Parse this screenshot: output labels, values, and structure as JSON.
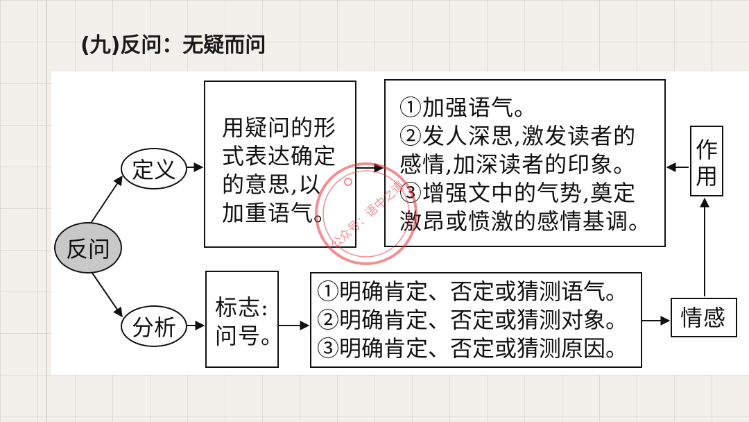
{
  "heading": "(九)反问：无疑而问",
  "nodes": {
    "root": "反问",
    "definition": "定义",
    "analysis": "分析",
    "emotion": "情感",
    "function_chars": [
      "作",
      "用"
    ]
  },
  "definition_text": [
    "用疑问的形",
    "式表达确定",
    "的意思,以",
    "加重语气。"
  ],
  "function_text": [
    "①加强语气。",
    "②发人深思,激发读者的",
    "感情,加深读者的印象。",
    "③增强文中的气势,奠定",
    "激昂或愤激的感情基调。"
  ],
  "marker_text": [
    "标志:",
    "问号。"
  ],
  "analysis_text": [
    "①明确肯定、否定或猜测语气。",
    "②明确肯定、否定或猜测对象。",
    "③明确肯定、否定或猜测原因。"
  ],
  "watermark": "公众号：语中之道",
  "colors": {
    "stamp": "#e8323a",
    "root_fill": "#c8c8c8"
  }
}
